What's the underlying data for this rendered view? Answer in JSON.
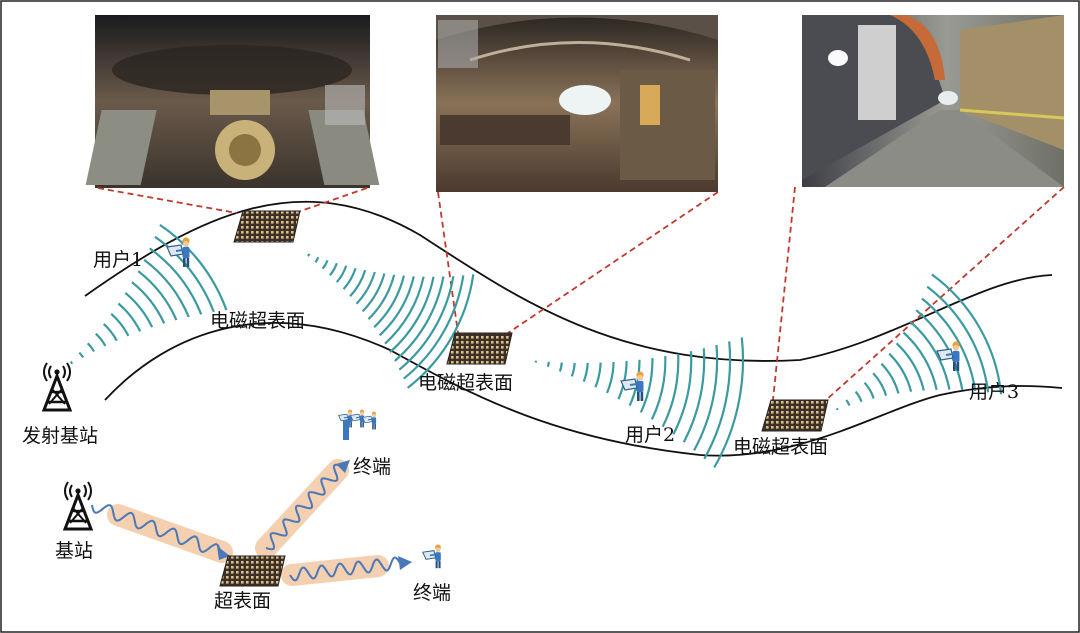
{
  "labels": {
    "base_station_tx": "发射基站",
    "user1": "用户1",
    "user2": "用户2",
    "user3": "用户3",
    "metasurface_em_1": "电磁超表面",
    "metasurface_em_2": "电磁超表面",
    "metasurface_em_3": "电磁超表面",
    "inset_base_station": "基站",
    "inset_metasurface": "超表面",
    "inset_terminal_top": "终端",
    "inset_terminal_right": "终端"
  },
  "photos": [
    {
      "id": "tunnel-photo-1",
      "scene": "tunnel boring machine interior"
    },
    {
      "id": "tunnel-photo-2",
      "scene": "tunnel construction with lights"
    },
    {
      "id": "tunnel-photo-3",
      "scene": "finished tunnel corridor"
    }
  ],
  "colors": {
    "wave": "#3a9aa0",
    "dashed_link": "#c0392b",
    "metasurface": "#3d2f25",
    "metasurface_grid": "#d8c08a",
    "beam_glow": "#f3c8a4",
    "beam_line": "#4a78b8",
    "tunnel_wall": "#111111"
  },
  "icons": [
    "tower-icon",
    "worker-icon",
    "metasurface-icon",
    "user-group-icon"
  ]
}
